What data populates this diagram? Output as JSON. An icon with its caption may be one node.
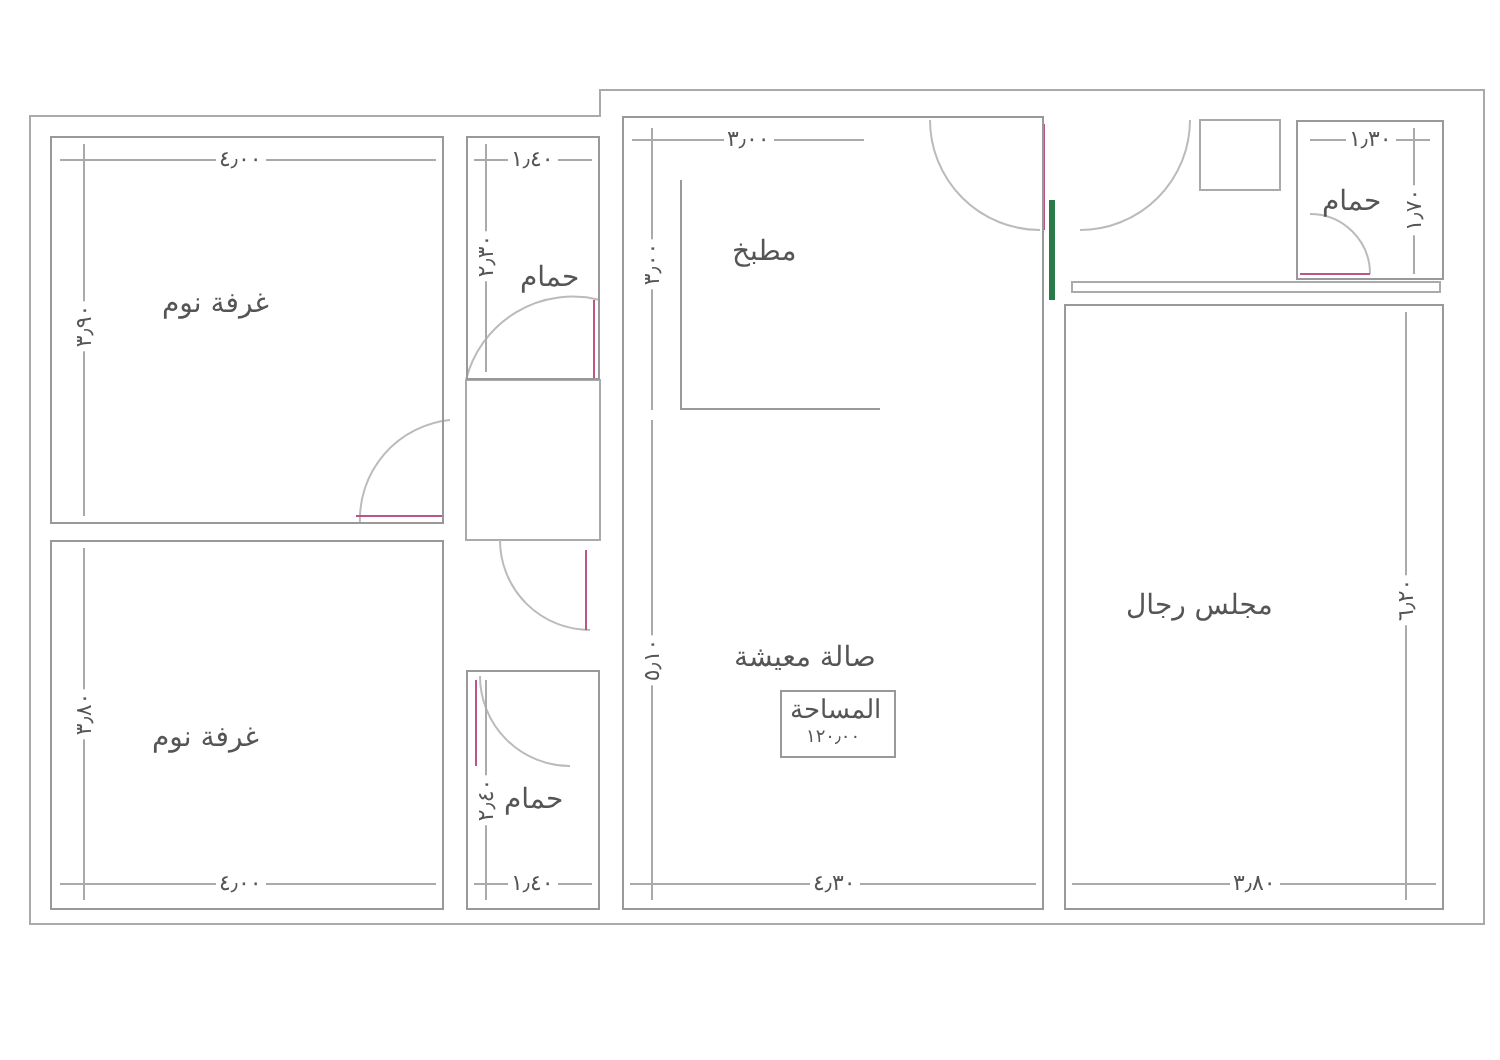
{
  "diagram": {
    "nodes": [
      {
        "text": [
          "غرفة نوم"
        ]
      },
      {
        "text": [
          "حمام"
        ]
      },
      {
        "text": [
          "صالة معيشة"
        ]
      },
      {
        "text": [
          "مطبخ"
        ],
        "in": 2
      },
      {
        "text": [
          "المساحة",
          "١٢٠٫٠٠"
        ],
        "in": 2
      },
      {
        "text": [
          "حمام"
        ]
      },
      {
        "text": [
          "مجلس رجال"
        ]
      },
      {
        "text": [
          "غرفة نوم"
        ]
      },
      {
        "text": [
          "حمام"
        ]
      }
    ],
    "labels": [
      "٤٫٠٠",
      "١٫٤٠",
      "٣٫٠٠",
      "١٫٣٠",
      "٢٫٣٠",
      "٣٫٠٠",
      "١٫٧٠",
      "٣٫٩٠",
      "٦٫٢٠",
      "٥٫١٠",
      "٣٫٨٠",
      "٢٫٤٠",
      "٤٫٠٠",
      "١٫٤٠",
      "٤٫٣٠",
      "٣٫٨٠"
    ]
  }
}
